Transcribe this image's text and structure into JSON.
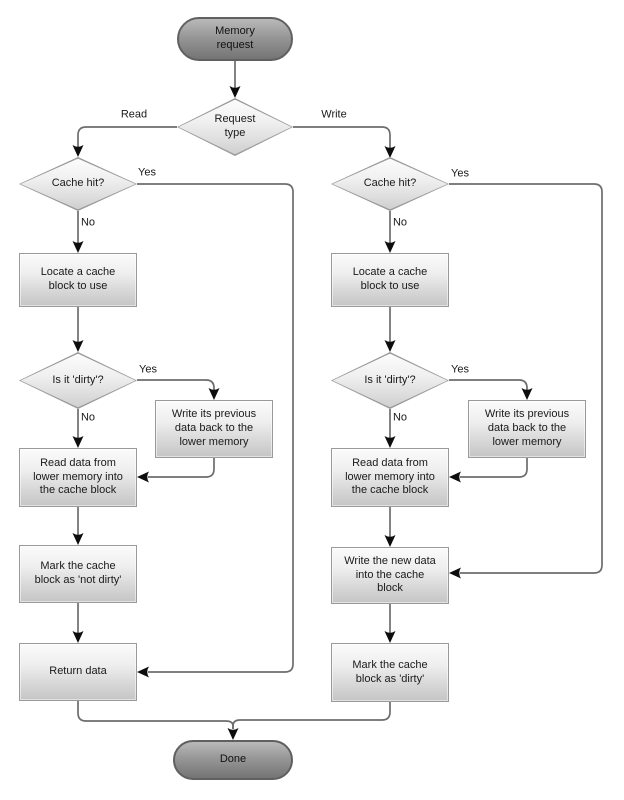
{
  "nodes": {
    "memory_request": {
      "label": "Memory\nrequest"
    },
    "request_type": {
      "label": "Request\ntype"
    },
    "cache_hit_read": {
      "label": "Cache hit?"
    },
    "locate_block_read": {
      "label": "Locate a cache\nblock to use"
    },
    "is_dirty_read": {
      "label": "Is it 'dirty'?"
    },
    "write_back_read": {
      "label": "Write its previous\ndata back to the\nlower memory"
    },
    "read_lower_read": {
      "label": "Read data from\nlower memory into\nthe cache block"
    },
    "mark_not_dirty": {
      "label": "Mark the cache\nblock as 'not dirty'"
    },
    "return_data": {
      "label": "Return data"
    },
    "cache_hit_write": {
      "label": "Cache hit?"
    },
    "locate_block_write": {
      "label": "Locate a cache\nblock to use"
    },
    "is_dirty_write": {
      "label": "Is it 'dirty'?"
    },
    "write_back_write": {
      "label": "Write its previous\ndata back to the\nlower memory"
    },
    "read_lower_write": {
      "label": "Read data from\nlower memory into\nthe cache block"
    },
    "write_new_data": {
      "label": "Write the new data\ninto the cache\nblock"
    },
    "mark_dirty": {
      "label": "Mark the cache\nblock as 'dirty'"
    },
    "done": {
      "label": "Done"
    }
  },
  "edge_labels": {
    "read": "Read",
    "write": "Write",
    "yes": "Yes",
    "no": "No"
  },
  "colors": {
    "terminal_top": "#b9b9b9",
    "terminal_bottom": "#747474",
    "terminal_border": "#606060",
    "shape_top": "#fbfbfb",
    "shape_bottom": "#c5c5c5",
    "shape_border": "#9a9a9a",
    "connector": "#6d6d6d",
    "arrowhead": "#0d0d0d",
    "text": "#1a1a1a",
    "background": "#ffffff"
  }
}
